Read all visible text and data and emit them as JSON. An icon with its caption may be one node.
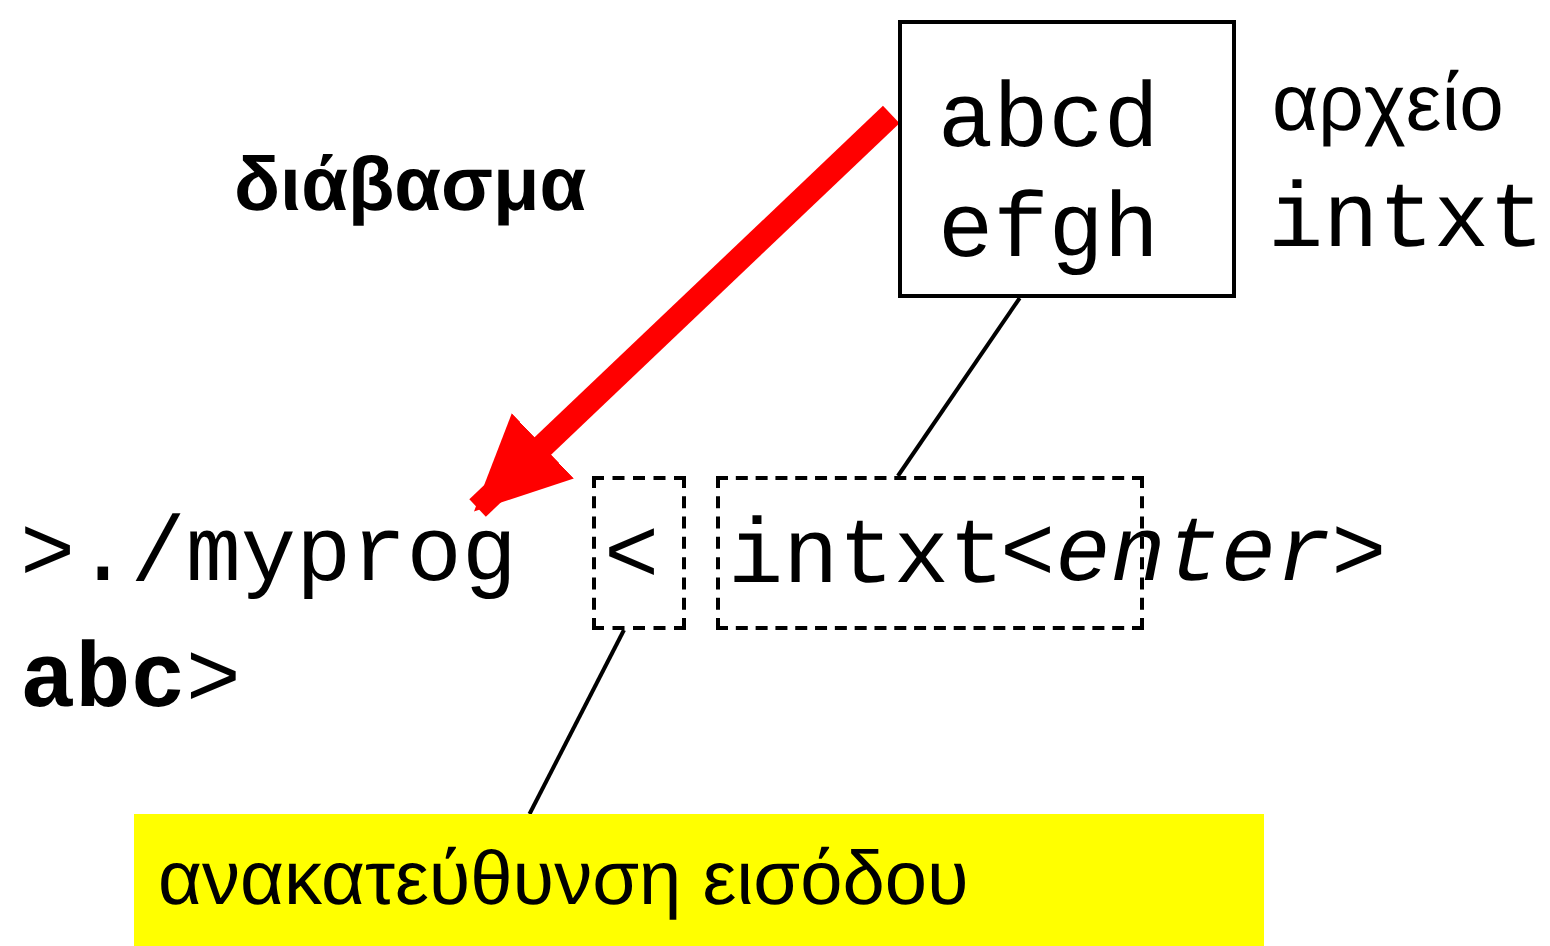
{
  "diagram": {
    "nodes": [
      {
        "text": [
          "abcd efgh"
        ],
        "beside": [
          "αρχείο",
          "intxt"
        ]
      },
      {
        "text": [
          ">./myprog"
        ]
      },
      {
        "text": [
          "<"
        ]
      },
      {
        "text": [
          "intxt"
        ]
      },
      {
        "text": [
          "ανακατεύθυνση εισόδου"
        ]
      }
    ],
    "edges": [
      {
        "from": 0,
        "to": 1,
        "arrow": "to",
        "label": "διάβασμα",
        "style": "thick",
        "color": "#ff0000"
      },
      {
        "from": 0,
        "to": 3,
        "arrow": "none"
      },
      {
        "from": 2,
        "to": 4,
        "arrow": "none"
      }
    ],
    "labels": [
      "<enter>",
      "**abc**>"
    ]
  }
}
